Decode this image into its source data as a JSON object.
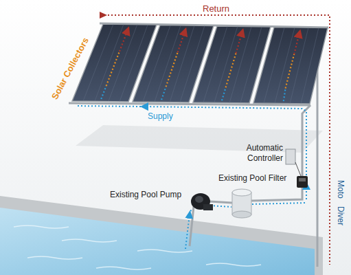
{
  "diagram": {
    "labels": [
      "Return",
      "Solar Collectors",
      "Supply",
      "Automatic Controller",
      "Existing Pool Pump",
      "Existing Pool Filter",
      "Moto",
      "Diver"
    ]
  }
}
